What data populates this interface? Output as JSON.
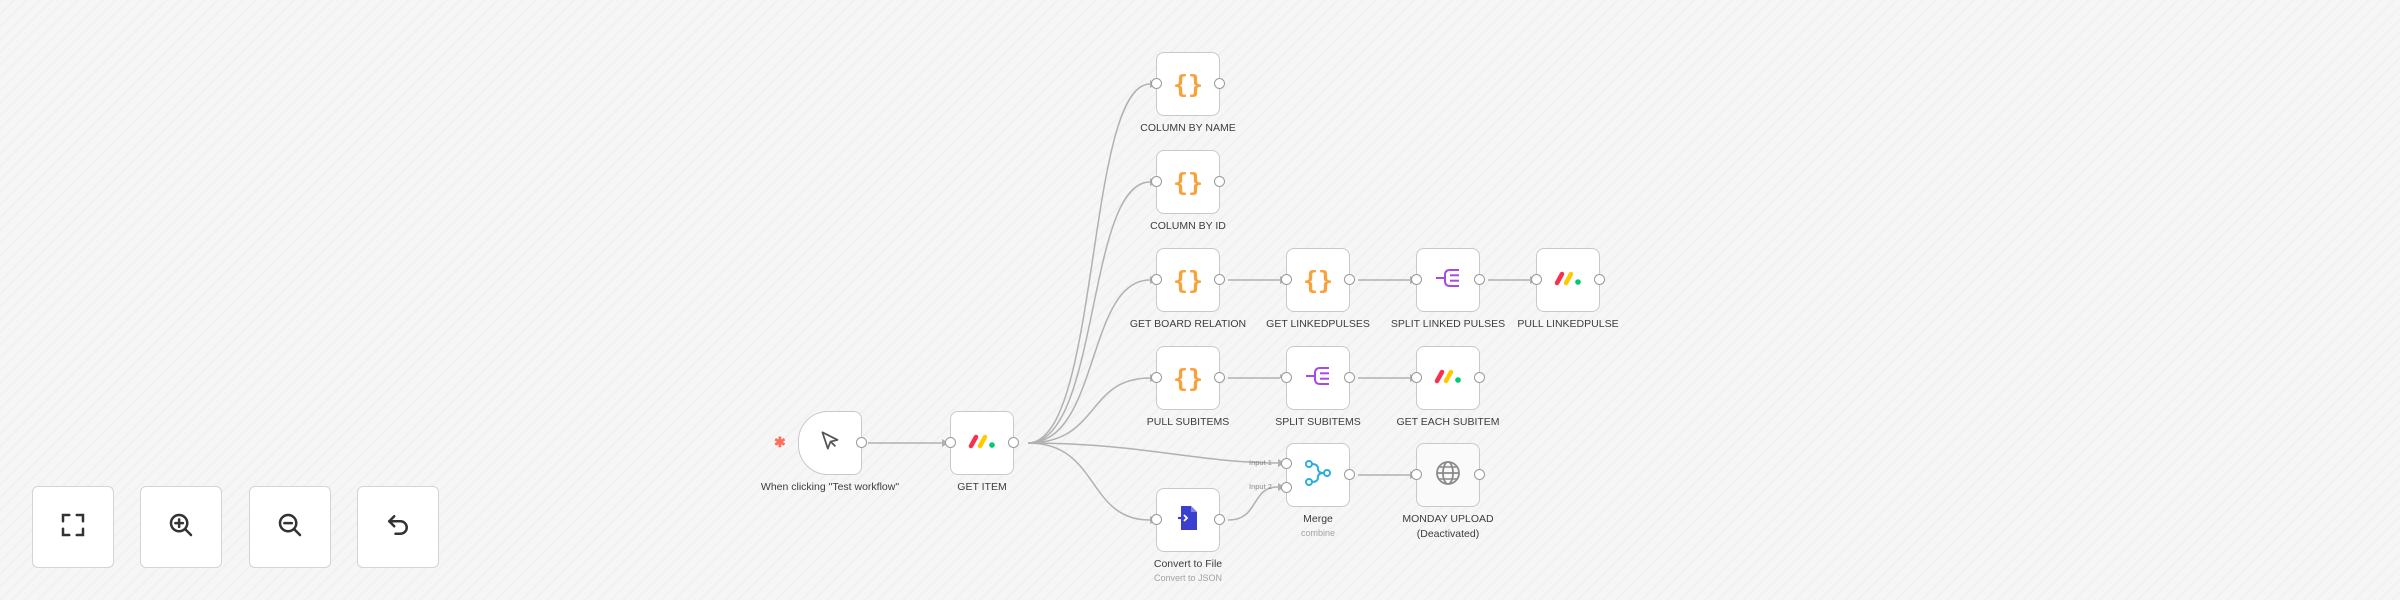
{
  "workflow": {
    "trigger": {
      "label": "When clicking \"Test workflow\""
    },
    "get_item": {
      "label": "GET ITEM"
    },
    "column_by_name": {
      "label": "COLUMN BY NAME"
    },
    "column_by_id": {
      "label": "COLUMN BY ID"
    },
    "get_board_relation": {
      "label": "GET BOARD RELATION"
    },
    "get_linkedpulses": {
      "label": "GET LINKEDPULSES"
    },
    "split_linked_pulses": {
      "label": "SPLIT LINKED PULSES"
    },
    "pull_linkedpulse": {
      "label": "PULL LINKEDPULSE"
    },
    "pull_subitems": {
      "label": "PULL SUBITEMS"
    },
    "split_subitems": {
      "label": "SPLIT SUBITEMS"
    },
    "get_each_subitem": {
      "label": "GET EACH SUBITEM"
    },
    "merge": {
      "label": "Merge",
      "sublabel": "combine",
      "input1": "Input 1",
      "input2": "Input 2"
    },
    "monday_upload": {
      "label_line1": "MONDAY UPLOAD",
      "label_line2": "(Deactivated)"
    },
    "convert_to_file": {
      "label": "Convert to File",
      "sublabel": "Convert to JSON"
    }
  },
  "controls": {
    "fit_view": "fit-view-icon",
    "zoom_in": "zoom-in-icon",
    "zoom_out": "zoom-out-icon",
    "reset_zoom": "undo-icon"
  },
  "colors": {
    "code_icon": "#f7a23c",
    "split_icon": "#a44be6",
    "merge_icon": "#2eaedb",
    "convert_icon": "#3b3fcf",
    "monday_red": "#f6304f",
    "monday_yellow": "#ffcb00",
    "monday_green": "#00ca72",
    "trigger_star": "#ff6d5a"
  }
}
